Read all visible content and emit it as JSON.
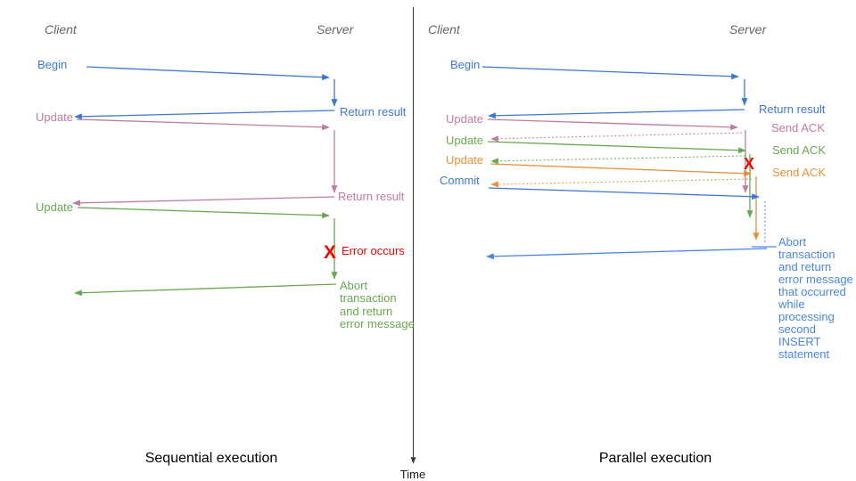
{
  "palette": {
    "blue": "#3c78d8",
    "blue2": "#4a86e8",
    "pink": "#c27ba0",
    "green": "#6aa84f",
    "orange": "#e69138",
    "red": "#ff0000",
    "gray": "#666666",
    "axis": "#3d3d3d"
  },
  "time_axis": {
    "label": "Time"
  },
  "left": {
    "title": "Sequential execution",
    "client_header": "Client",
    "server_header": "Server",
    "labels": {
      "begin": "Begin",
      "return_result_1": "Return result",
      "update_1": "Update",
      "return_result_2": "Return result",
      "update_2": "Update",
      "error_mark": "X",
      "error": "Error occurs"
    },
    "abort_lines": [
      "Abort",
      "transaction",
      "and return",
      "error message"
    ]
  },
  "right": {
    "title": "Parallel execution",
    "client_header": "Client",
    "server_header": "Server",
    "labels": {
      "begin": "Begin",
      "return_result": "Return result",
      "update_1": "Update",
      "send_ack_1": "Send ACK",
      "update_2": "Update",
      "send_ack_2": "Send ACK",
      "update_3": "Update",
      "send_ack_3": "Send ACK",
      "commit": "Commit",
      "error_mark": "X"
    },
    "abort_lines": [
      "Abort",
      "transaction",
      "and return",
      "error message",
      "that occurred",
      "while",
      "processing",
      "second",
      "INSERT",
      "statement"
    ]
  }
}
